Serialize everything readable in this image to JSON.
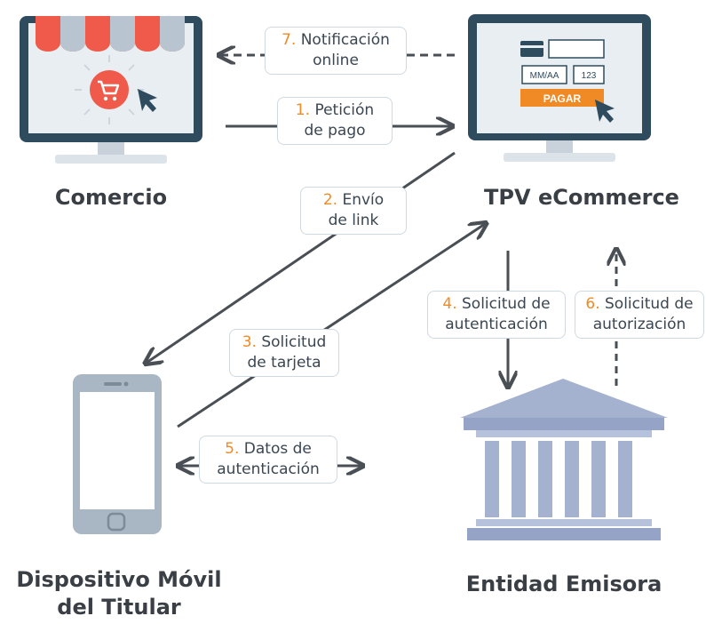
{
  "nodes": {
    "comercio": "Comercio",
    "tpv": "TPV eCommerce",
    "dispositivo_line1": "Dispositivo Móvil",
    "dispositivo_line2": "del Titular",
    "entidad": "Entidad Emisora"
  },
  "tpv_screen": {
    "date_field": "MM/AA",
    "cvv_field": "123",
    "pay_button": "PAGAR"
  },
  "steps": [
    {
      "num": "1.",
      "line1": "Petición",
      "line2": "de pago"
    },
    {
      "num": "2.",
      "line1": "Envío",
      "line2": "de link"
    },
    {
      "num": "3.",
      "line1": "Solicitud",
      "line2": "de tarjeta"
    },
    {
      "num": "4.",
      "line1": "Solicitud de",
      "line2": "autenticación"
    },
    {
      "num": "5.",
      "line1": "Datos de",
      "line2": "autenticación"
    },
    {
      "num": "6.",
      "line1": "Solicitud de",
      "line2": "autorización"
    },
    {
      "num": "7.",
      "line1": "Notificación",
      "line2": "online"
    }
  ],
  "colors": {
    "accent": "#f08a24",
    "monitor_frame": "#2f4b5e",
    "arrow": "#4a4f55",
    "box_border": "#cfd9e2",
    "awning_red": "#ef5a4a",
    "awning_grey": "#b8c4cf",
    "cart_circle": "#ef5a4a",
    "bank": "#a4b2d0"
  }
}
